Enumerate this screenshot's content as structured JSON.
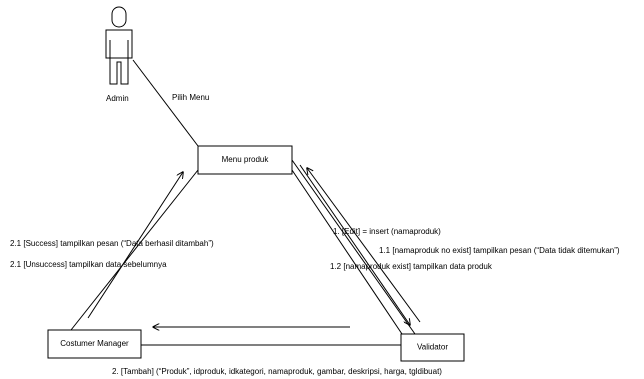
{
  "diagram": {
    "actor": {
      "label": "Admin"
    },
    "objects": {
      "menu": "Menu produk",
      "validator": "Validator",
      "manager": "Costumer Manager"
    },
    "messages": {
      "pilih_menu": "Pilih Menu",
      "m1": "1. [Edit] = insert (namaproduk)",
      "m1_1": "1.1 [namaproduk no exist] tampilkan pesan (“Data tidak ditemukan”)",
      "m1_2": "1.2 [namaproduk exist] tampilkan data produk",
      "m2": "2. [Tambah] (“Produk”, idproduk, idkategori, namaproduk, gambar, deskripsi, harga, tgldibuat)",
      "m2_1": "2.1 [Success] tampilkan pesan (“Data berhasil ditambah”)",
      "m2_1b": "2.1 [Unsuccess] tampilkan data sebelumnya"
    }
  }
}
